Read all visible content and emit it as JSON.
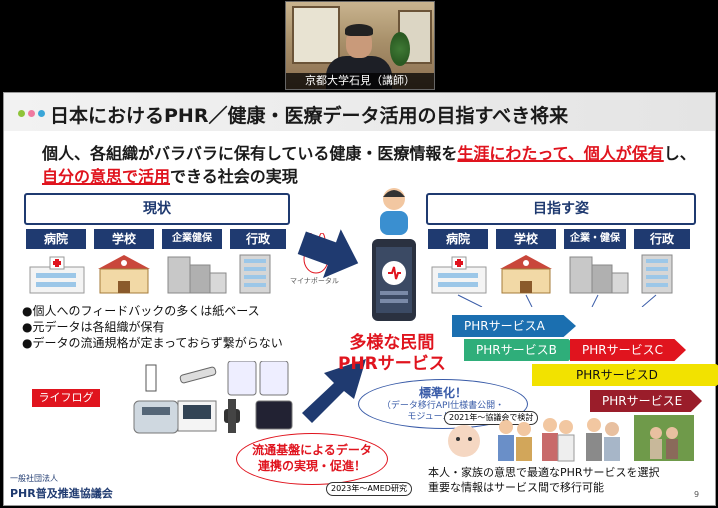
{
  "video": {
    "caption": "京都大学石見（講師）"
  },
  "slide": {
    "title": "日本におけるPHR／健康・医療データ活用の目指すべき将来",
    "headline": {
      "l1_a": "個人、各組織がバラバラに保有している健康・医療情報を",
      "l1_b": "生涯にわたって、個人が保有",
      "l1_c": "し、",
      "l2_a": "自分の意思で活用",
      "l2_b": "できる社会の実現"
    },
    "current": {
      "header": "現状",
      "orgs": [
        "病院",
        "学校",
        "企業健保",
        "行政"
      ],
      "bullets": [
        "●個人へのフィードバックの多くは紙ベース",
        "●元データは各組織が保有",
        "●データの流通規格が定まっておらず繋がらない"
      ],
      "lifelog": "ライフログ"
    },
    "target": {
      "header": "目指す姿",
      "orgs": [
        "病院",
        "学校",
        "企業・健保",
        "行政"
      ]
    },
    "mynaportal": "マイナポータル",
    "private_services": {
      "l1": "多様な民間",
      "l2": "PHRサービス"
    },
    "services": [
      "PHRサービスA",
      "PHRサービスB",
      "PHRサービスC",
      "PHRサービスD",
      "PHRサービスE"
    ],
    "standardization": {
      "l1": "標準化！",
      "l2": "（データ移行API仕様書公開・",
      "l3": "モジュール提供）",
      "tag": "2021年～協議会で検討"
    },
    "infrastructure": {
      "l1": "流通基盤によるデータ",
      "l2": "連携の実現・促進！",
      "tag": "2023年～AMED研究"
    },
    "bottom_note": {
      "l1": "本人・家族の意思で最適なPHRサービスを選択",
      "l2": "重要な情報はサービス間で移行可能"
    },
    "footer": {
      "org_small": "一般社団法人",
      "org_big": "PHR普及推進協議会",
      "page": "9"
    },
    "colors": {
      "navy": "#1f3a70",
      "red": "#e0141e",
      "svcA": "#1b6fb0",
      "svcB": "#2fae7a",
      "svcC": "#e0141e",
      "svcD": "#f2e200",
      "svcE": "#9a1d2a"
    }
  }
}
